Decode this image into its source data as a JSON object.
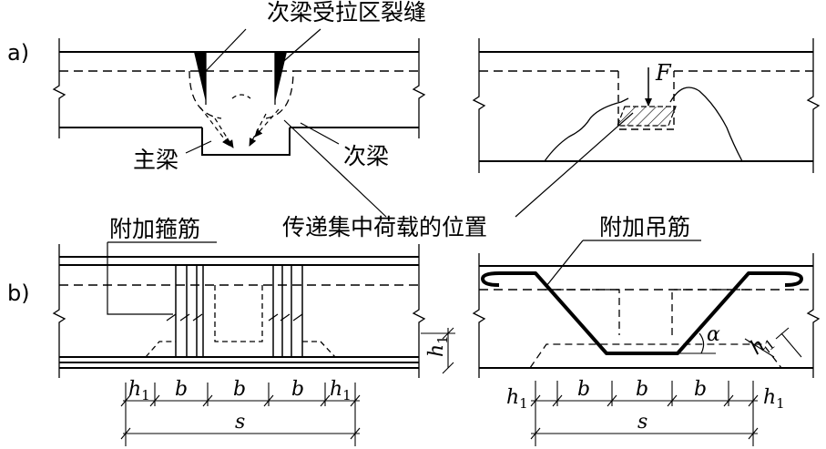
{
  "panels": {
    "a": "a)",
    "b": "b)"
  },
  "labels": {
    "crack": "次梁受拉区裂缝",
    "main_beam": "主梁",
    "secondary_beam": "次梁",
    "load_position": "传递集中荷载的位置",
    "extra_stirrups": "附加箍筋",
    "extra_hanger": "附加吊筋",
    "force": "F",
    "angle": "α"
  },
  "dimensions": {
    "h1": "h",
    "h1_sub": "1",
    "b": "b",
    "s": "s"
  },
  "colors": {
    "ink": "#000000",
    "background": "#ffffff"
  }
}
